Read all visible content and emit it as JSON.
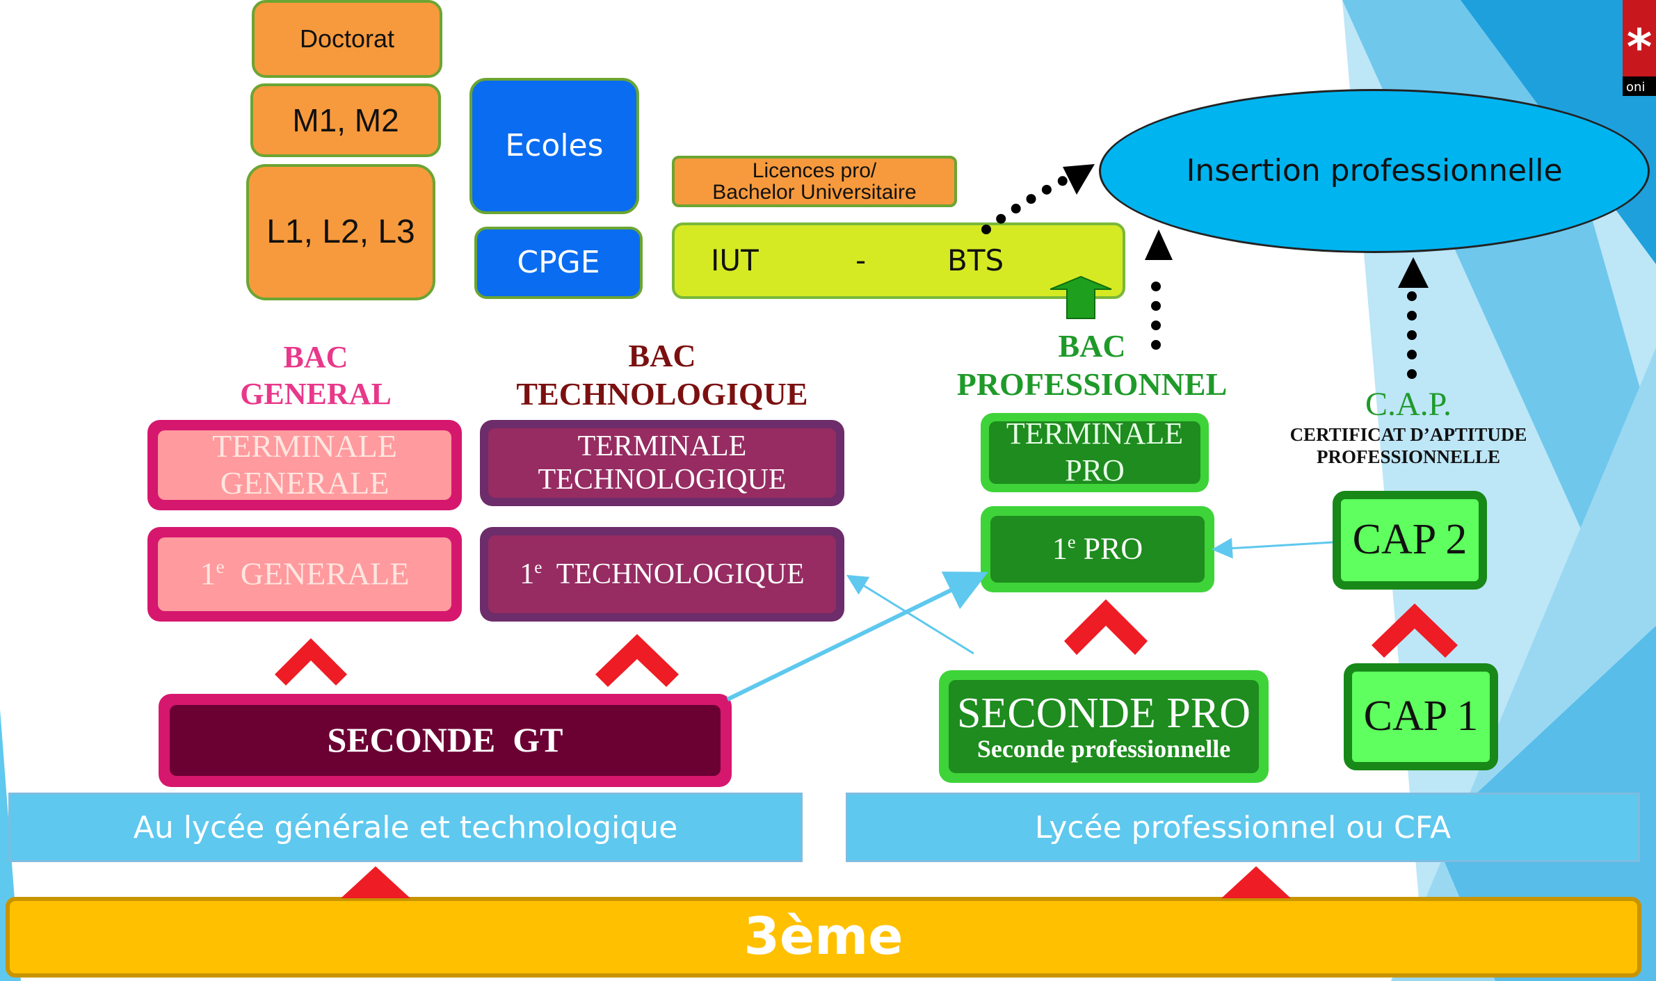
{
  "higher_ed": {
    "doctorat": "Doctorat",
    "master": "M1, M2",
    "licence": "L1, L2, L3",
    "ecoles": "Ecoles",
    "cpge": "CPGE",
    "licences_pro_line1": "Licences pro/",
    "licences_pro_line2": "Bachelor Universitaire",
    "iut": "IUT",
    "dash": "-",
    "bts": "BTS"
  },
  "insertion": "Insertion professionnelle",
  "tracks": {
    "general": {
      "title_line1": "BAC",
      "title_line2": "GENERAL",
      "terminale_line1": "TERMINALE",
      "terminale_line2": "GENERALE",
      "premiere_num": "1",
      "premiere_sup": "e",
      "premiere_text": "GENERALE"
    },
    "techno": {
      "title_line1": "BAC",
      "title_line2": "TECHNOLOGIQUE",
      "terminale_line1": "TERMINALE",
      "terminale_line2": "TECHNOLOGIQUE",
      "premiere_num": "1",
      "premiere_sup": "e",
      "premiere_text": "TECHNOLOGIQUE"
    },
    "pro": {
      "title_line1": "BAC",
      "title_line2": "PROFESSIONNEL",
      "terminale_line1": "TERMINALE",
      "terminale_line2": "PRO",
      "premiere_num": "1",
      "premiere_sup": "e",
      "premiere_text": "PRO",
      "seconde_main": "SECONDE PRO",
      "seconde_sub": "Seconde professionnelle"
    },
    "cap": {
      "title": "C.A.P.",
      "subtitle_line1": "CERTIFICAT D’APTITUDE",
      "subtitle_line2": "PROFESSIONNELLE",
      "cap2": "CAP 2",
      "cap1": "CAP 1"
    }
  },
  "seconde_gt": "SECONDE  GT",
  "bands": {
    "left": "Au lycée générale et technologique",
    "right": "Lycée professionnel ou CFA"
  },
  "troisieme": "3ème",
  "colors": {
    "orange": "#F79A3D",
    "blue": "#0A6CF0",
    "lime": "#D6EA24",
    "insertion_blue": "#00B4F0",
    "pink_title": "#E8388A",
    "general_border": "#D6176E",
    "general_fill": "#FF9A9E",
    "techno_title": "#7B1010",
    "techno_fill": "#962C62",
    "techno_border": "#6D2C6A",
    "pro_green_text": "#1F9A2A",
    "pro_border": "#3FD33A",
    "pro_fill": "#1E8C1E",
    "cap_fill": "#5EFF5E",
    "cap_border": "#188818",
    "seconde_gt_fill": "#6B0033",
    "band_blue": "#5EC8EE",
    "troisieme_yellow": "#FFC000",
    "arrow_red": "#EE1C24",
    "arrow_green": "#1EA01E"
  },
  "logo": "oni"
}
